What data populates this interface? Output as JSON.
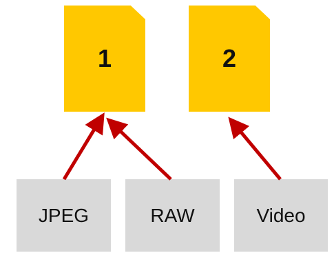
{
  "targets": [
    {
      "label": "1"
    },
    {
      "label": "2"
    }
  ],
  "sources": [
    {
      "label": "JPEG"
    },
    {
      "label": "RAW"
    },
    {
      "label": "Video"
    }
  ],
  "colors": {
    "target_fill": "#FFC800",
    "source_fill": "#D9D9D9",
    "arrow": "#C00000"
  }
}
